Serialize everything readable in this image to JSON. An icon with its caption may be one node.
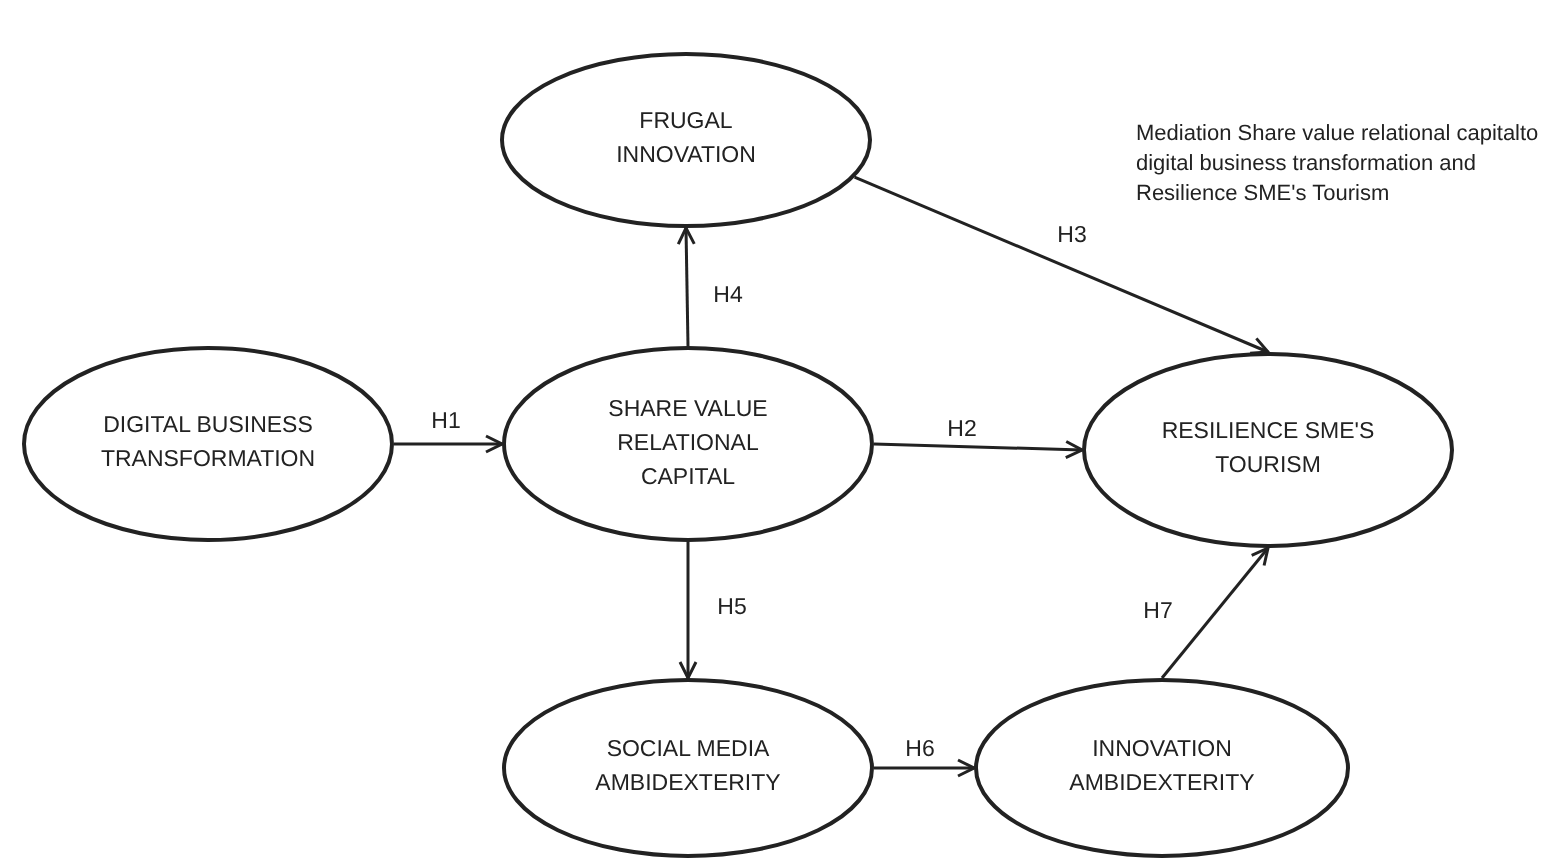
{
  "diagram": {
    "nodes": [
      {
        "text": [
          "FRUGAL INNOVATION"
        ]
      },
      {
        "text": [
          "DIGITAL BUSINESS TRANSFORMATION"
        ]
      },
      {
        "text": [
          "SHARE VALUE RELATIONAL CAPITAL"
        ]
      },
      {
        "text": [
          "RESILIENCE SME'S TOURISM"
        ]
      },
      {
        "text": [
          "SOCIAL MEDIA AMBIDEXTERITY"
        ]
      },
      {
        "text": [
          "INNOVATION AMBIDEXTERITY"
        ]
      }
    ],
    "edges": [
      {
        "from": 1,
        "to": 2,
        "arrow": "to",
        "label": "H1"
      },
      {
        "from": 2,
        "to": 0,
        "arrow": "to",
        "label": "H4"
      },
      {
        "from": 0,
        "to": 3,
        "arrow": "to",
        "label": "H3"
      },
      {
        "from": 2,
        "to": 3,
        "arrow": "to",
        "label": "H2"
      },
      {
        "from": 2,
        "to": 4,
        "arrow": "to",
        "label": "H5"
      },
      {
        "from": 4,
        "to": 5,
        "arrow": "to",
        "label": "H6"
      },
      {
        "from": 5,
        "to": 3,
        "arrow": "to",
        "label": "H7"
      }
    ],
    "labels": [
      "Mediation Share value relational capitalto digital business transformation and Resilience SME's Tourism"
    ]
  }
}
